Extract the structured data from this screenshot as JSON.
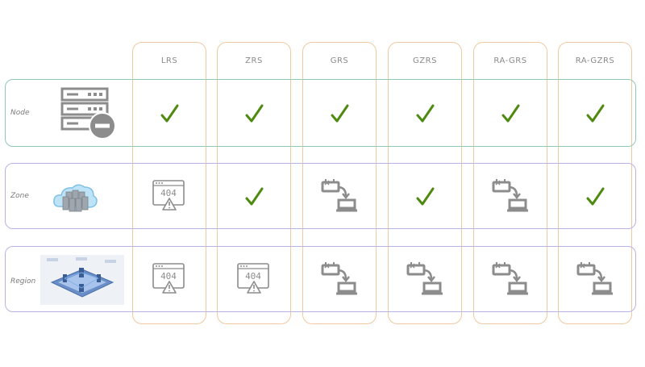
{
  "columns": [
    "LRS",
    "ZRS",
    "GRS",
    "GZRS",
    "RA-GRS",
    "RA-GZRS"
  ],
  "rows": [
    {
      "label": "Node",
      "icon": "server-minus-icon",
      "cells": [
        "check",
        "check",
        "check",
        "check",
        "check",
        "check"
      ]
    },
    {
      "label": "Zone",
      "icon": "datacenter-cloud-icon",
      "cells": [
        "error-404",
        "check",
        "failover",
        "check",
        "failover",
        "check"
      ]
    },
    {
      "label": "Region",
      "icon": "region-datacenter-icon",
      "cells": [
        "error-404",
        "error-404",
        "failover",
        "failover",
        "failover",
        "failover"
      ]
    }
  ],
  "error_text": "404",
  "colors": {
    "check": "#4f8a10",
    "icon_gray": "#8c8c8c",
    "column_border": "#f0c9a0",
    "node_row_border": "#8fc9b4",
    "other_row_border": "#b7b4e4"
  }
}
